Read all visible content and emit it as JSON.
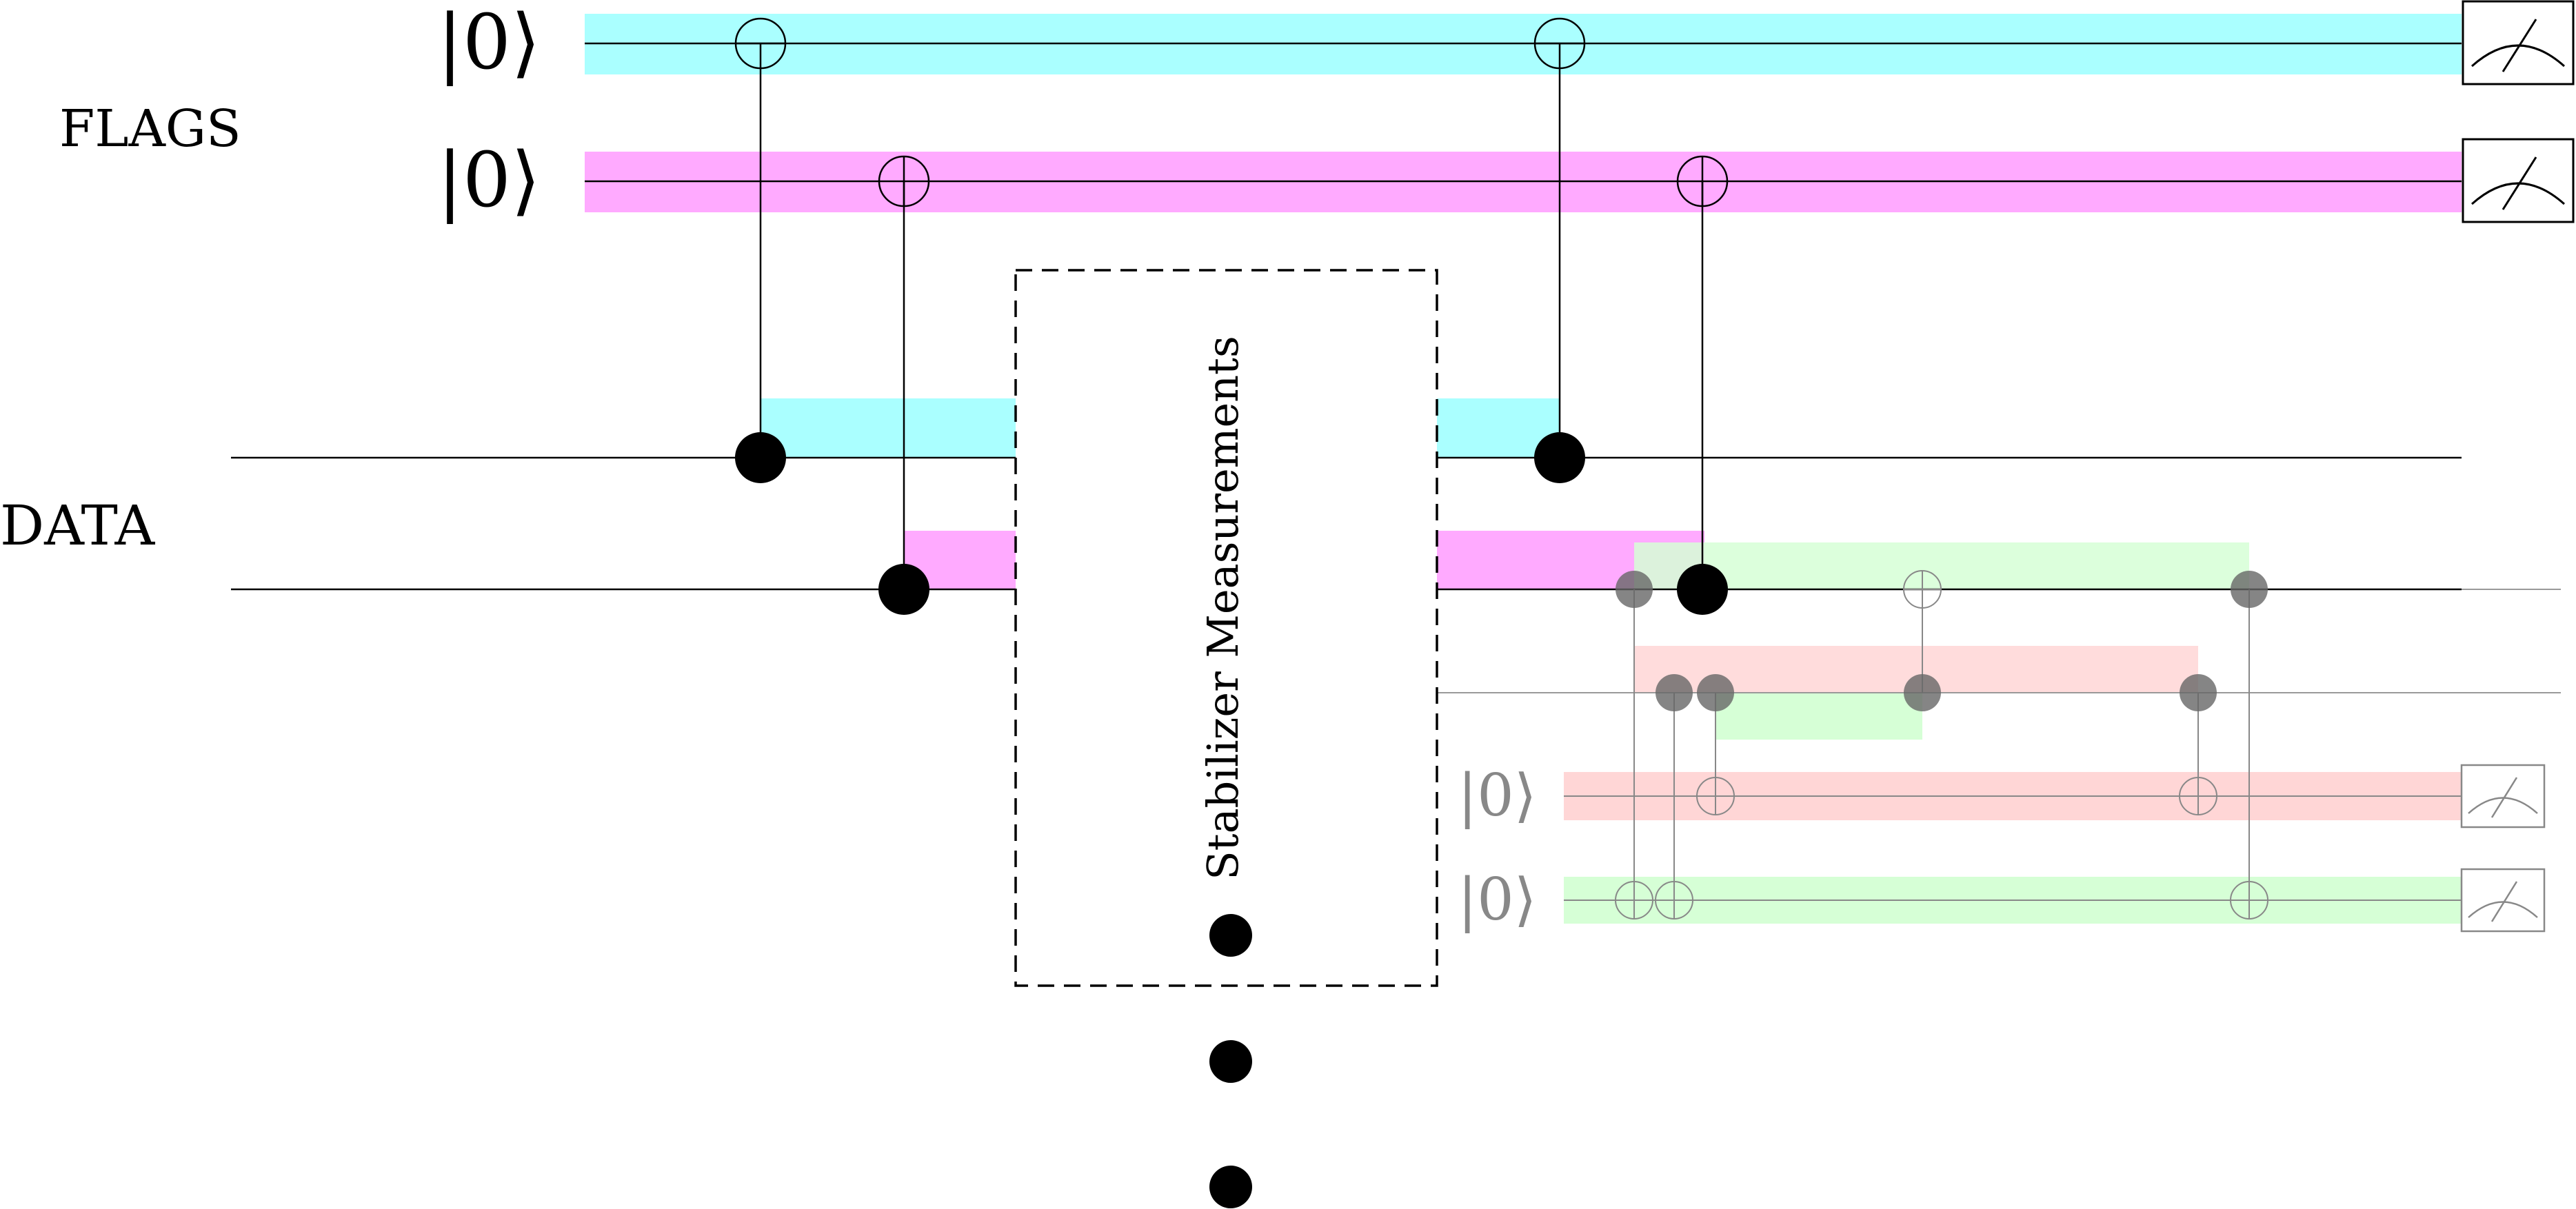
{
  "labels": {
    "flags": "FLAGS",
    "data": "DATA",
    "stabilizer": "Stabilizer Measurements"
  },
  "kets": {
    "flag_a": "|0⟩",
    "flag_b": "|0⟩",
    "ancilla_red": "|0⟩",
    "ancilla_green": "|0⟩"
  },
  "colors": {
    "cyan": "#aaffff",
    "magenta": "#ffaaff",
    "red": "#ffd6d6",
    "green": "#d6ffd6",
    "wire": "#000000",
    "faded": "#888888"
  }
}
